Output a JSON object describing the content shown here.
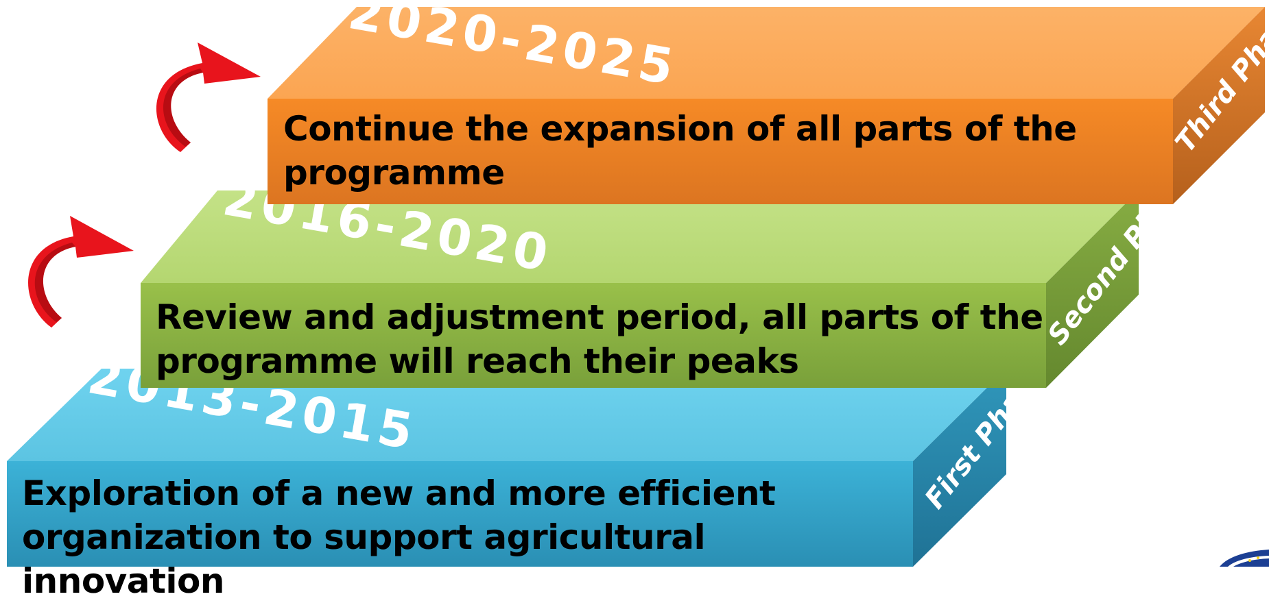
{
  "colors": {
    "third": "#f08a2e",
    "second": "#94bb4a",
    "first": "#3aaed3",
    "arrow": "#e8141c"
  },
  "steps": [
    {
      "key": "third",
      "years": "2020-2025",
      "phase": "Third Phase",
      "description": "Continue the expansion of all parts of the programme"
    },
    {
      "key": "second",
      "years": "2016-2020",
      "phase": "Second Phase",
      "description": "Review and adjustment period, all parts of the programme will reach their peaks"
    },
    {
      "key": "first",
      "years": "2013-2015",
      "phase": "First Phase",
      "description": "Exploration of a new and more efficient organization to support agricultural innovation"
    }
  ],
  "icons": [
    "curved-arrow-icon",
    "curved-arrow-icon",
    "logo-icon"
  ]
}
